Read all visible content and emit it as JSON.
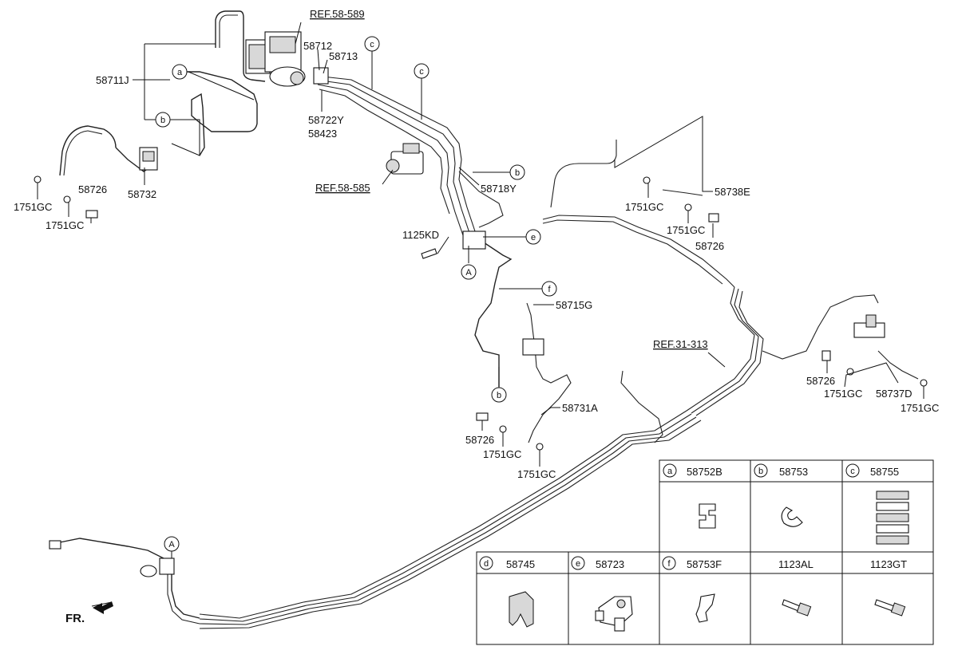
{
  "refs": {
    "r589": "REF.58-589",
    "r585": "REF.58-585",
    "r313": "REF.31-313"
  },
  "parts": {
    "p58711J": "58711J",
    "p58712": "58712",
    "p58713": "58713",
    "p58722Y": "58722Y",
    "p58423": "58423",
    "p58732": "58732",
    "p58726_a": "58726",
    "p1751GC_a": "1751GC",
    "p1751GC_b": "1751GC",
    "p58718Y": "58718Y",
    "p1125KD": "1125KD",
    "p58738E": "58738E",
    "p1751GC_c": "1751GC",
    "p1751GC_d": "1751GC",
    "p58726_b": "58726",
    "p58715G": "58715G",
    "p58731A": "58731A",
    "p58726_c": "58726",
    "p1751GC_e": "1751GC",
    "p1751GC_f": "1751GC",
    "p58726_d": "58726",
    "p1751GC_g": "1751GC",
    "p58737D": "58737D",
    "p1751GC_h": "1751GC"
  },
  "callouts": {
    "a1": "a",
    "b1": "b",
    "c1": "c",
    "c2": "c",
    "b2": "b",
    "e1": "e",
    "A1": "A",
    "f1": "f",
    "b3": "b",
    "A2": "A"
  },
  "legend": {
    "cells": [
      {
        "letter": "a",
        "part": "58752B"
      },
      {
        "letter": "b",
        "part": "58753"
      },
      {
        "letter": "c",
        "part": "58755"
      },
      {
        "letter": "d",
        "part": "58745"
      },
      {
        "letter": "e",
        "part": "58723"
      },
      {
        "letter": "f",
        "part": "58753F"
      },
      {
        "letter": "",
        "part": "1123AL"
      },
      {
        "letter": "",
        "part": "1123GT"
      }
    ]
  },
  "front_label": "FR."
}
